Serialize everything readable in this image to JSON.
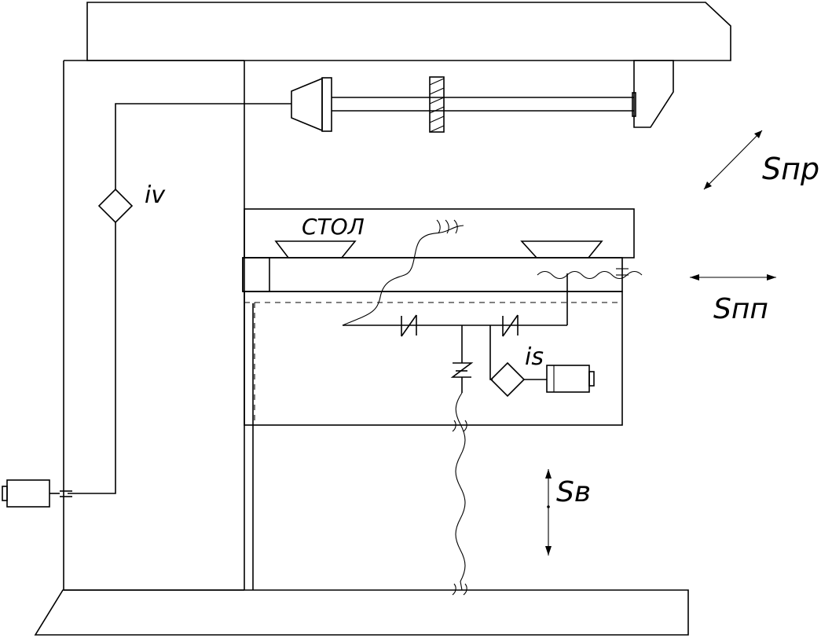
{
  "labels": {
    "table": "СТОЛ",
    "spindle_ratio": "iv",
    "feed_ratio": "is",
    "longitudinal_feed": "Sпр",
    "transverse_feed": "Sпп",
    "vertical_feed": "Sв"
  }
}
